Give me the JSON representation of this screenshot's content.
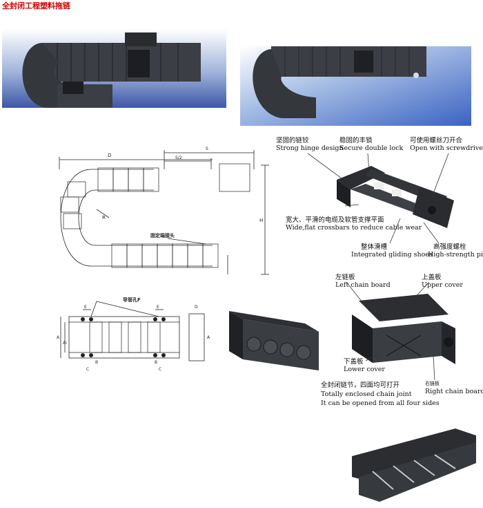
{
  "title": "全封闭工程塑料拖链",
  "drawing1": {
    "label_D": "D",
    "label_S": "S",
    "label_S2": "S/2",
    "label_R": "R",
    "label_H": "H",
    "label_end": "固定端接头"
  },
  "drawing2": {
    "label_hole": "导管孔F",
    "label_E": "E",
    "label_D": "D",
    "label_A": "A",
    "label_Ai": "Ai",
    "label_B": "B",
    "label_C": "C"
  },
  "annotations_top": {
    "hinge_cn": "坚固的链铰",
    "hinge_en": "Strong hinge design",
    "lock_cn": "稳固的丰锁",
    "lock_en": "Secure double lock",
    "screw_cn": "可使用螺丝刀开合",
    "screw_en": "Open with screwdriver",
    "crossbar_cn": "宽大、平滑的电缆及软管支撑平面",
    "crossbar_en": "Wide,flat crossbars to reduce cable wear",
    "glide_cn": "整体滑槽",
    "glide_en": "Integrated gliding shoes",
    "pin_cn": "高强度螺栓",
    "pin_en": "High-strength pin"
  },
  "annotations_bottom": {
    "left_cn": "左链板",
    "left_en": "Left chain board",
    "upper_cn": "上盖板",
    "upper_en": "Upper cover",
    "lower_cn": "下盖板",
    "lower_en": "Lower cover",
    "right_cn": "右链板",
    "right_en": "Right chain board",
    "enclosed_cn": "全封闭链节，四面均可打开",
    "enclosed_en1": "Totally enclosed chain joint",
    "enclosed_en2": "It can be opened from all four sides"
  }
}
